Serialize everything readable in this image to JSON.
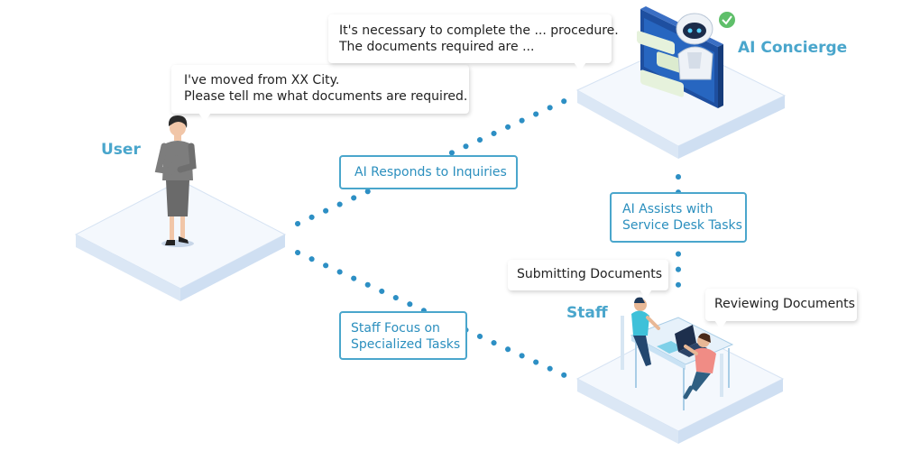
{
  "actors": {
    "user": "User",
    "ai": "AI Concierge",
    "staff": "Staff"
  },
  "bubbles": {
    "user": [
      "I've moved from XX City.",
      "Please tell me what documents are required."
    ],
    "ai": [
      "It's necessary to complete the ... procedure.",
      "The documents required are ..."
    ],
    "submitting": "Submitting Documents",
    "reviewing": "Reviewing Documents"
  },
  "flows": {
    "responds": "AI Responds to Inquiries",
    "assists": [
      "AI Assists with",
      "Service Desk Tasks"
    ],
    "staff_focus": [
      "Staff Focus on",
      "Specialized Tasks"
    ]
  },
  "colors": {
    "accent": "#4aa6cc",
    "platform_top": "#f4f8fd",
    "platform_side": "#dfe9f6",
    "monitor": "#1e4fa0",
    "check": "#5fbf6a"
  },
  "icons": [
    "robot-icon",
    "check-icon",
    "woman-user-icon",
    "staff-man-icon",
    "staff-woman-icon",
    "laptop-icon",
    "desk-icon"
  ]
}
